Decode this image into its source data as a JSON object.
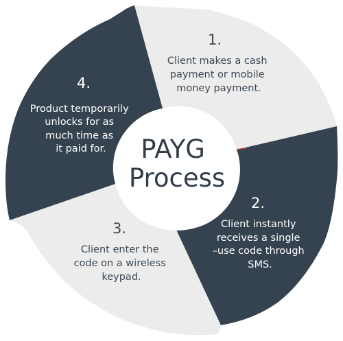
{
  "center": {
    "lines": [
      "PAYG",
      "Process"
    ]
  },
  "steps": [
    {
      "number": "1.",
      "lines": [
        "Client makes a cash",
        "payment or mobile",
        "money payment."
      ]
    },
    {
      "number": "2.",
      "lines": [
        "Client instantly",
        "receives a single",
        "–use code through",
        "SMS."
      ]
    },
    {
      "number": "3.",
      "lines": [
        "Client enter the",
        "code on a wireless",
        "keypad."
      ]
    },
    {
      "number": "4.",
      "lines": [
        "Product temporarily",
        "unlocks for as",
        "much time as",
        "it paid for."
      ]
    }
  ],
  "colors": {
    "light_segment": "#ececec",
    "dark_segment": "#35424f",
    "center_fill": "#ffffff",
    "dark_text": "#3b4754",
    "light_text": "#ffffff"
  }
}
